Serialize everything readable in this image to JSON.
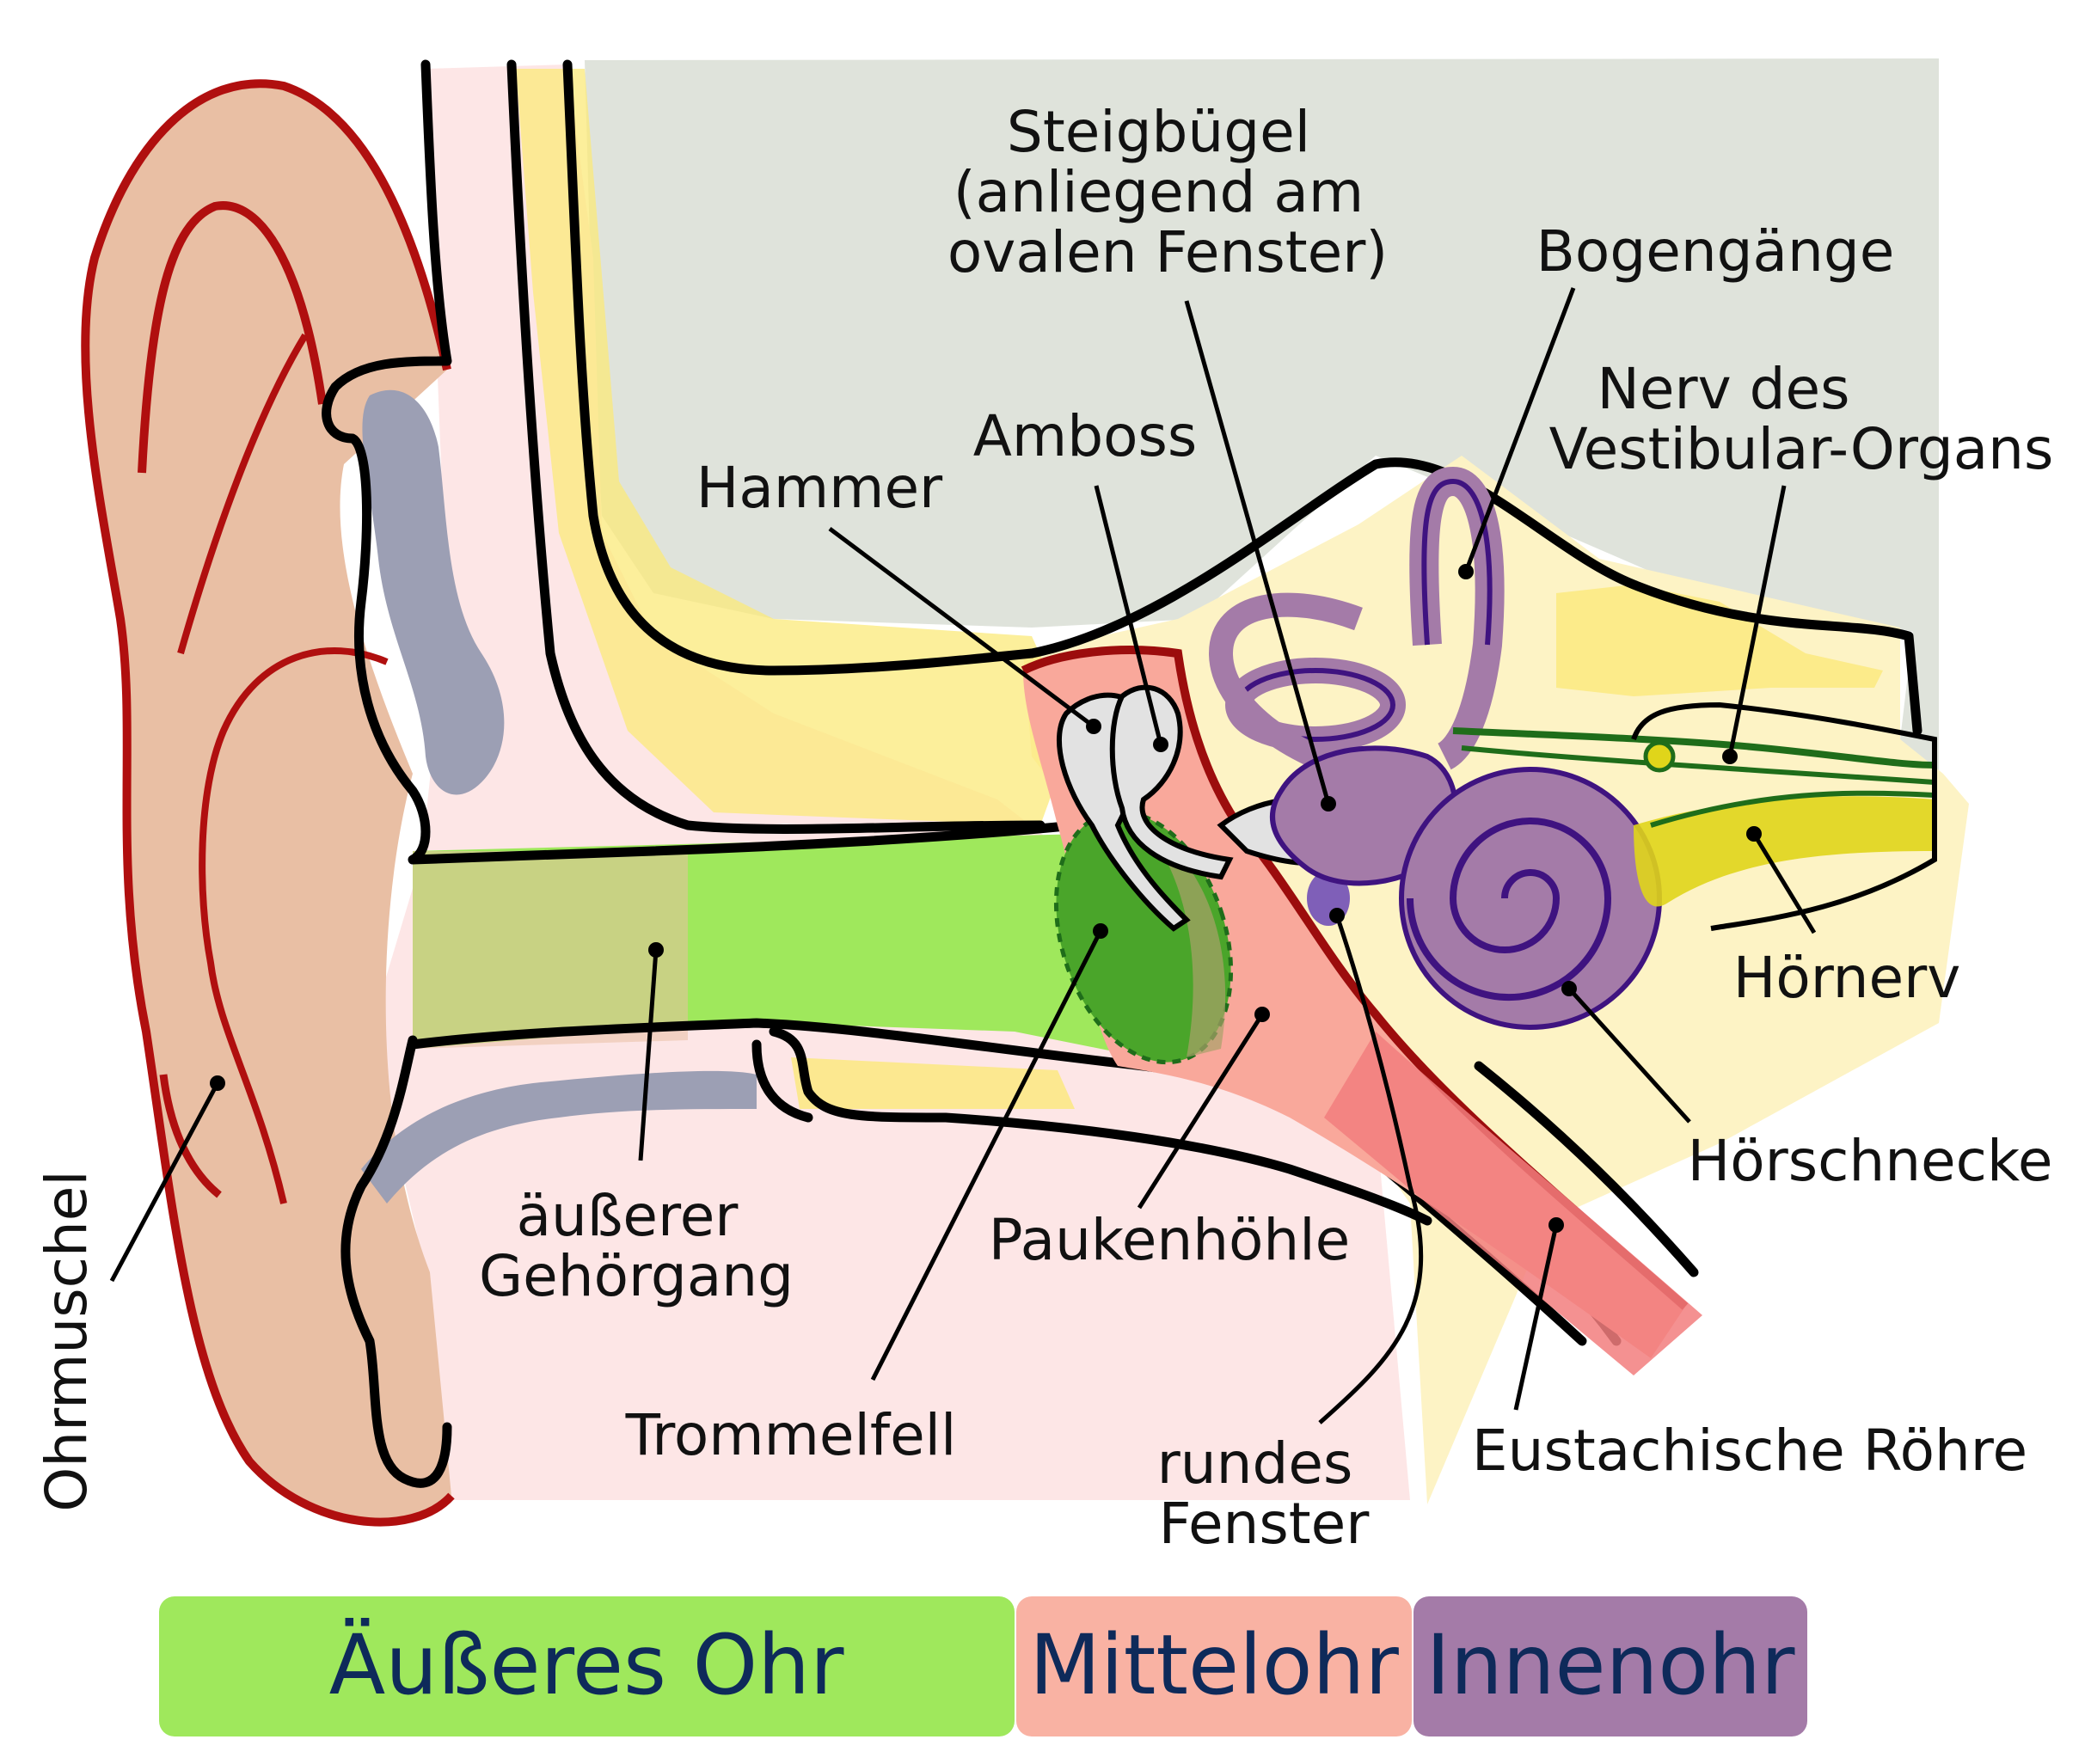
{
  "labels": {
    "steigbuegel": [
      "Steigbügel",
      "(anliegend am",
      "ovalen Fenster)"
    ],
    "bogengaenge": "Bogengänge",
    "nerv_vestibular": [
      "Nerv des",
      "Vestibular-Organs"
    ],
    "amboss": "Amboss",
    "hammer": "Hammer",
    "hoernerv": "Hörnerv",
    "hoerschnecke": "Hörschnecke",
    "aeusserer_gehoergang": [
      "äußerer",
      "Gehörgang"
    ],
    "paukenhoehle": "Paukenhöhle",
    "trommelfell": "Trommelfell",
    "rundes_fenster": [
      "rundes",
      "Fenster"
    ],
    "eustachische_roehre": "Eustachische Röhre",
    "ohrmuschel": "Ohrmuschel"
  },
  "legend": [
    {
      "label": "Äußeres Ohr",
      "color": "#9fe85c"
    },
    {
      "label": "Mittelohr",
      "color": "#f9b2a3"
    },
    {
      "label": "Innenohr",
      "color": "#a47ba8"
    }
  ],
  "colors": {
    "bone_gray": "#dfe3db",
    "skin_pink": "#fde6e6",
    "cartilage_yellow": "#fdf3c5",
    "pinna": "#e9bfa4",
    "pinna_outline": "#b00f0f",
    "canal_green": "#9fe85c",
    "eardrum": "#4aa52a",
    "middle_ear": "#f9a89b",
    "inner_ear": "#a47ba8",
    "inner_ear_outline": "#3f1380",
    "nerve": "#1f6d1a",
    "legend_text": "#0e2a5a"
  }
}
